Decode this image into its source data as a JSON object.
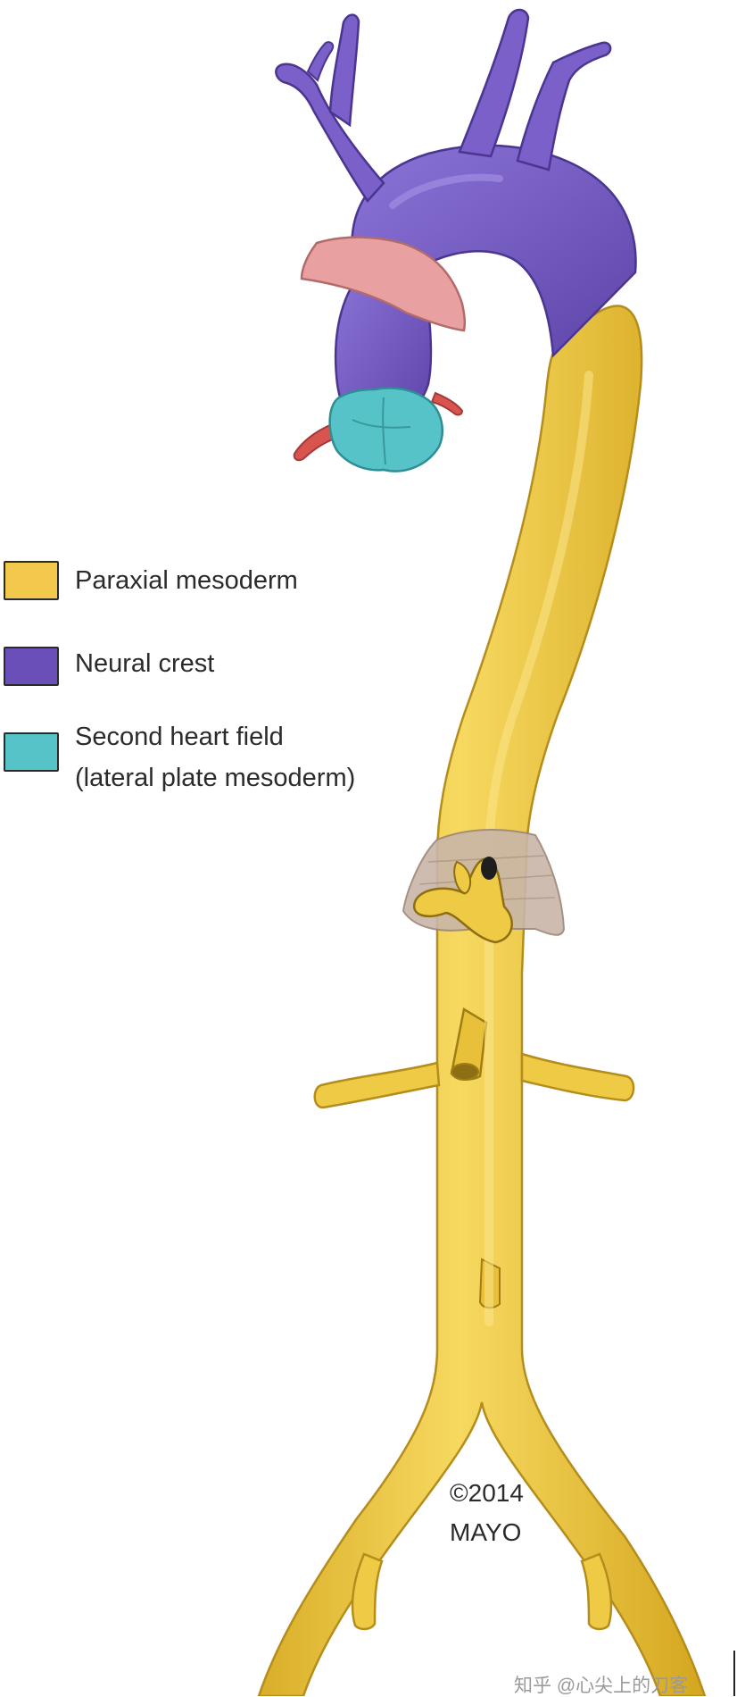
{
  "legend": {
    "items": [
      {
        "label_lines": [
          "Paraxial mesoderm"
        ],
        "color": "#F2C94C"
      },
      {
        "label_lines": [
          "Neural crest"
        ],
        "color": "#6B4FB8"
      },
      {
        "label_lines": [
          "Second heart field",
          "(lateral plate mesoderm)"
        ],
        "color": "#56C3C9"
      }
    ]
  },
  "copyright": {
    "line1": "©2014",
    "line2": "MAYO"
  },
  "watermark": "知乎 @心尖上的刀客",
  "colors": {
    "paraxial": "#F2C94C",
    "paraxial_dark": "#B8901C",
    "neural": "#6B4FB8",
    "neural_light": "#8A70D6",
    "second_heart": "#56C3C9",
    "pulmonary": "#E58C8C",
    "red": "#D9534F",
    "diaphragm": "#C9B5A8"
  }
}
